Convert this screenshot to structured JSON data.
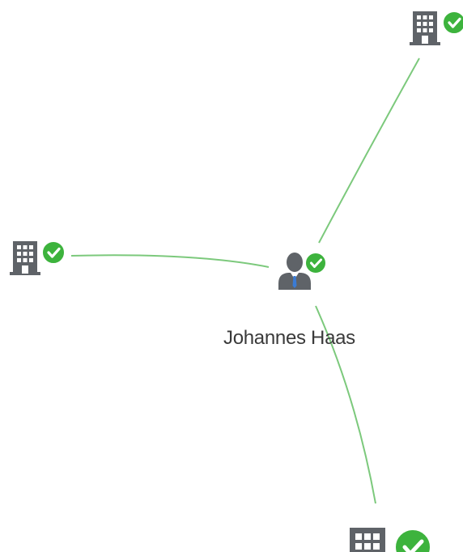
{
  "graph": {
    "center_node": {
      "label": "Johannes Haas",
      "icon": "person-icon",
      "status": "verified"
    },
    "connected_nodes": [
      {
        "icon": "building-icon",
        "status": "verified"
      },
      {
        "icon": "building-icon",
        "status": "verified"
      },
      {
        "icon": "building-icon",
        "status": "verified"
      }
    ],
    "colors": {
      "edge": "#7cc97c",
      "icon": "#5f6368",
      "check_badge": "#3db33d",
      "tie": "#3a7bd5"
    }
  }
}
